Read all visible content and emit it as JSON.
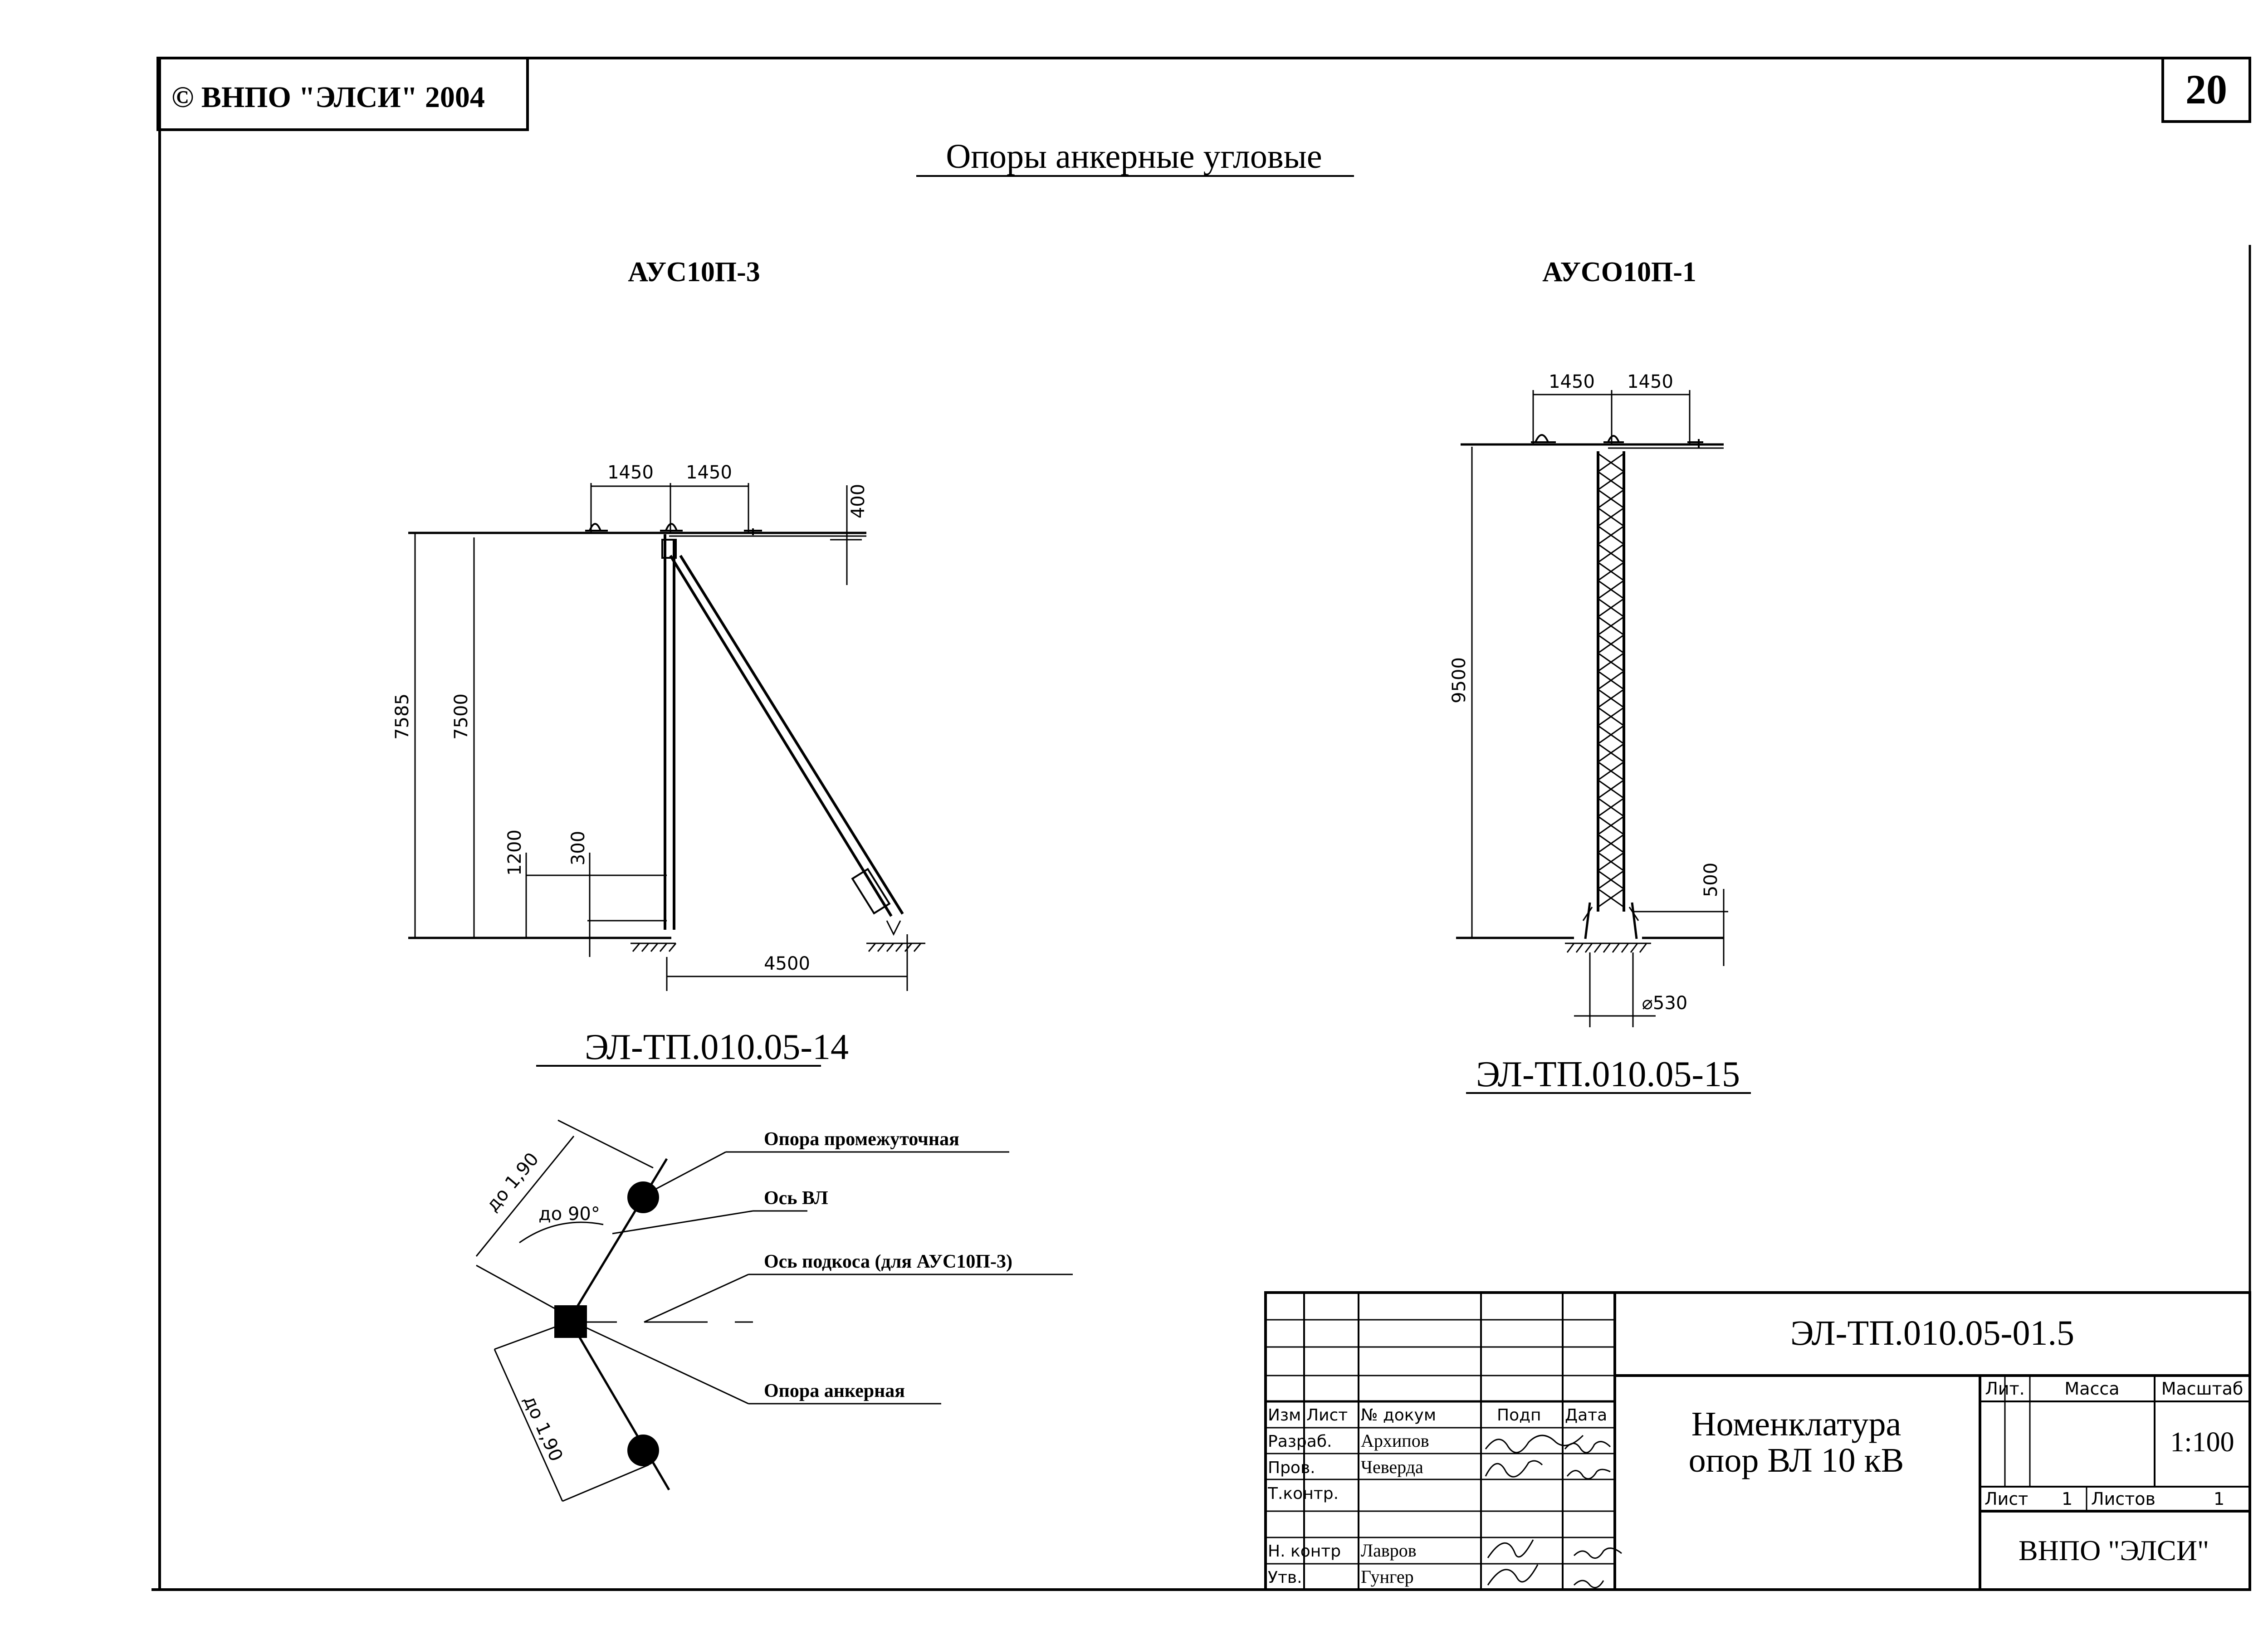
{
  "header": {
    "copyright": "© ВНПО \"ЭЛСИ\" 2004",
    "page_number": "20",
    "sheet_title": "Опоры анкерные угловые"
  },
  "left_support": {
    "name": "АУС10П-3",
    "code": "ЭЛ-ТП.010.05-14",
    "dims": {
      "arm_left": "1450",
      "arm_right": "1450",
      "top_offset": "400",
      "height_total": "7585",
      "height_main": "7500",
      "lower_1200": "1200",
      "lower_300": "300",
      "strut_base": "4500"
    }
  },
  "right_support": {
    "name": "АУСО10П-1",
    "code": "ЭЛ-ТП.010.05-15",
    "dims": {
      "arm_left": "1450",
      "arm_right": "1450",
      "height": "9500",
      "base_500": "500",
      "diameter": "⌀530"
    }
  },
  "scheme": {
    "span_top": "до 1,90",
    "span_bottom": "до 1,90",
    "angle": "до 90°",
    "labels": {
      "intermediate": "Опора промежуточная",
      "line_axis": "Ось ВЛ",
      "strut_axis": "Ось подкоса (для АУС10П-3)",
      "anchor": "Опора анкерная"
    }
  },
  "title_block": {
    "doc_code": "ЭЛ-ТП.010.05-01.5",
    "doc_title_line1": "Номенклатура",
    "doc_title_line2": "опор ВЛ 10 кВ",
    "columns": {
      "izm": "Изм",
      "list": "Лист",
      "doc_num": "№ докум",
      "sign": "Подп",
      "date": "Дата"
    },
    "rows": [
      {
        "role": "Разраб.",
        "name": "Архипов"
      },
      {
        "role": "Пров.",
        "name": "Чеверда"
      },
      {
        "role": "Т.контр.",
        "name": ""
      },
      {
        "role": "Н. контр",
        "name": "Лавров"
      },
      {
        "role": "Утв.",
        "name": "Гунгер"
      }
    ],
    "lit_label": "Лит.",
    "mass_label": "Масса",
    "scale_label": "Масштаб",
    "scale_value": "1:100",
    "sheet_label": "Лист",
    "sheet_value": "1",
    "sheets_label": "Листов",
    "sheets_value": "1",
    "organization": "ВНПО \"ЭЛСИ\""
  }
}
